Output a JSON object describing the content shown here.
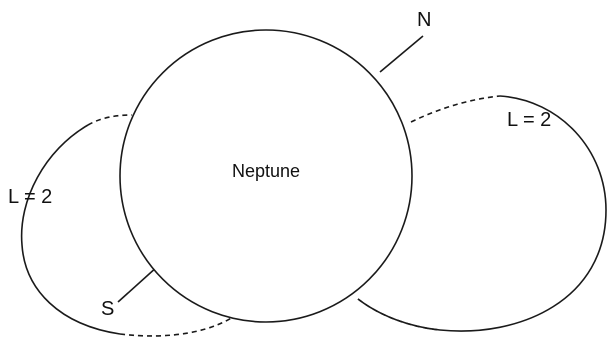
{
  "planet": {
    "name": "Neptune"
  },
  "poles": {
    "north": "N",
    "south": "S"
  },
  "shells": [
    {
      "label": "L = 2",
      "side": "right"
    },
    {
      "label": "L = 2",
      "side": "left"
    }
  ],
  "colors": {
    "stroke": "#1a1a1a",
    "background": "#ffffff"
  }
}
